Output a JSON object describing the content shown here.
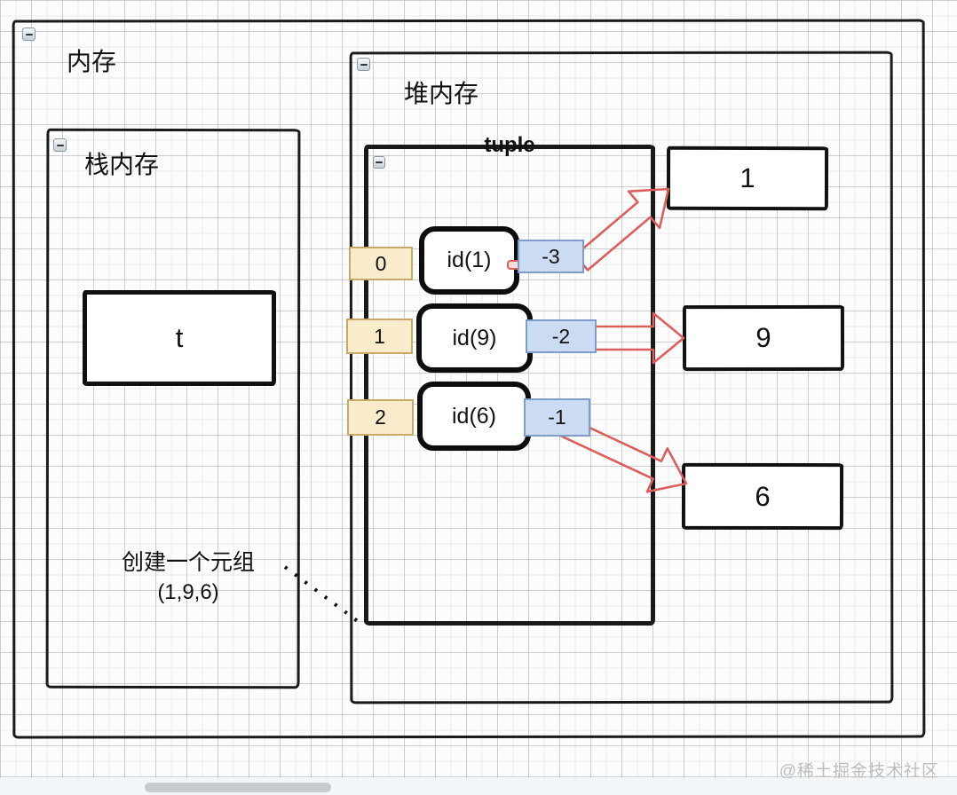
{
  "outer": {
    "title": "内存"
  },
  "stack": {
    "title": "栈内存",
    "variable": "t"
  },
  "heap": {
    "title": "堆内存"
  },
  "tuple": {
    "title": "tuple",
    "rows": [
      {
        "index": "0",
        "id_label": "id(1)",
        "ref_label": "-3"
      },
      {
        "index": "1",
        "id_label": "id(9)",
        "ref_label": "-2"
      },
      {
        "index": "2",
        "id_label": "id(6)",
        "ref_label": "-1"
      }
    ]
  },
  "heap_values": [
    "1",
    "9",
    "6"
  ],
  "note": {
    "line1": "创建一个元组",
    "line2": "(1,9,6)"
  },
  "watermark": "@稀土掘金技术社区",
  "icons": {
    "collapse": "minus-square"
  },
  "colors": {
    "index_tag_fill": "#F8ECCC",
    "index_tag_border": "#C9A86A",
    "ref_tag_fill": "#CBDCF2",
    "ref_tag_border": "#7D9EC8",
    "arrow": "#DC5F5B",
    "shape_border": "#1A1A1A"
  }
}
